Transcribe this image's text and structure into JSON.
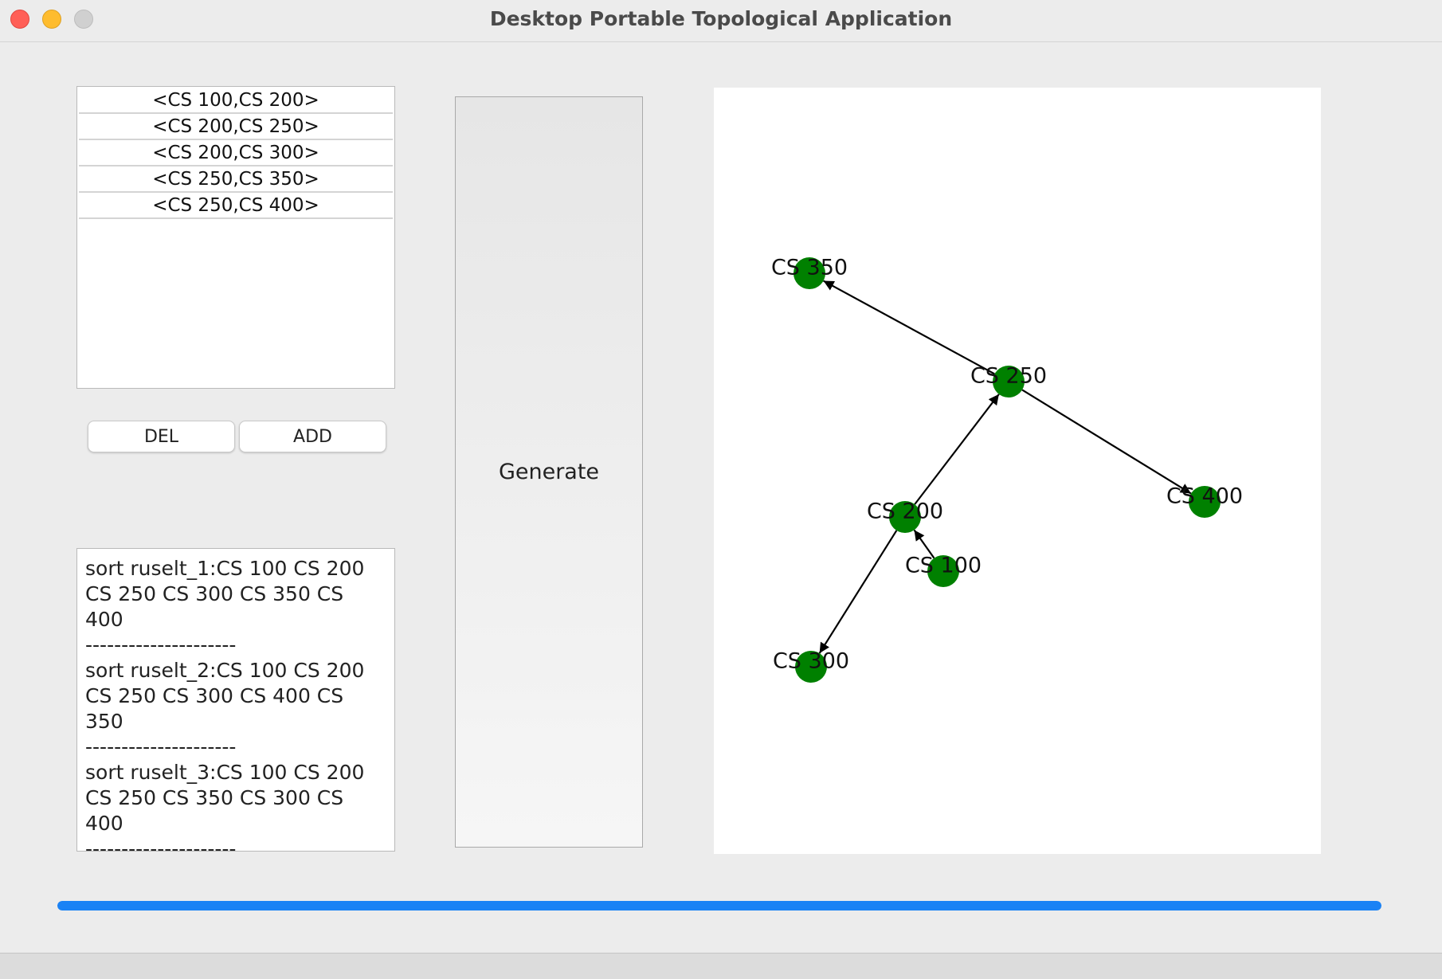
{
  "window": {
    "title": "Desktop Portable Topological Application"
  },
  "edge_list": {
    "items": [
      {
        "label": "<CS 100,CS 200>"
      },
      {
        "label": "<CS 200,CS 250>"
      },
      {
        "label": "<CS 200,CS 300>"
      },
      {
        "label": "<CS 250,CS 350>"
      },
      {
        "label": "<CS 250,CS 400>"
      }
    ]
  },
  "buttons": {
    "del_label": "DEL",
    "add_label": "ADD",
    "generate_label": "Generate"
  },
  "results": {
    "lines": [
      "sort ruselt_1:CS 100 CS 200 CS 250 CS 300 CS 350 CS 400",
      "---------------------",
      "sort ruselt_2:CS 100 CS 200 CS 250 CS 300 CS 400 CS 350",
      "---------------------",
      "sort ruselt_3:CS 100 CS 200 CS 250 CS 350 CS 300 CS 400",
      "---------------------"
    ]
  },
  "graph": {
    "node_color": "#008000",
    "edge_color": "#000000",
    "nodes": [
      {
        "id": "CS 350",
        "label": "CS 350"
      },
      {
        "id": "CS 250",
        "label": "CS 250"
      },
      {
        "id": "CS 400",
        "label": "CS 400"
      },
      {
        "id": "CS 200",
        "label": "CS 200"
      },
      {
        "id": "CS 100",
        "label": "CS 100"
      },
      {
        "id": "CS 300",
        "label": "CS 300"
      }
    ],
    "edges": [
      {
        "from": "CS 100",
        "to": "CS 200"
      },
      {
        "from": "CS 200",
        "to": "CS 250"
      },
      {
        "from": "CS 200",
        "to": "CS 300"
      },
      {
        "from": "CS 250",
        "to": "CS 350"
      },
      {
        "from": "CS 250",
        "to": "CS 400"
      }
    ]
  },
  "progress": {
    "fraction": 1.0,
    "color": "#1a82f5"
  }
}
